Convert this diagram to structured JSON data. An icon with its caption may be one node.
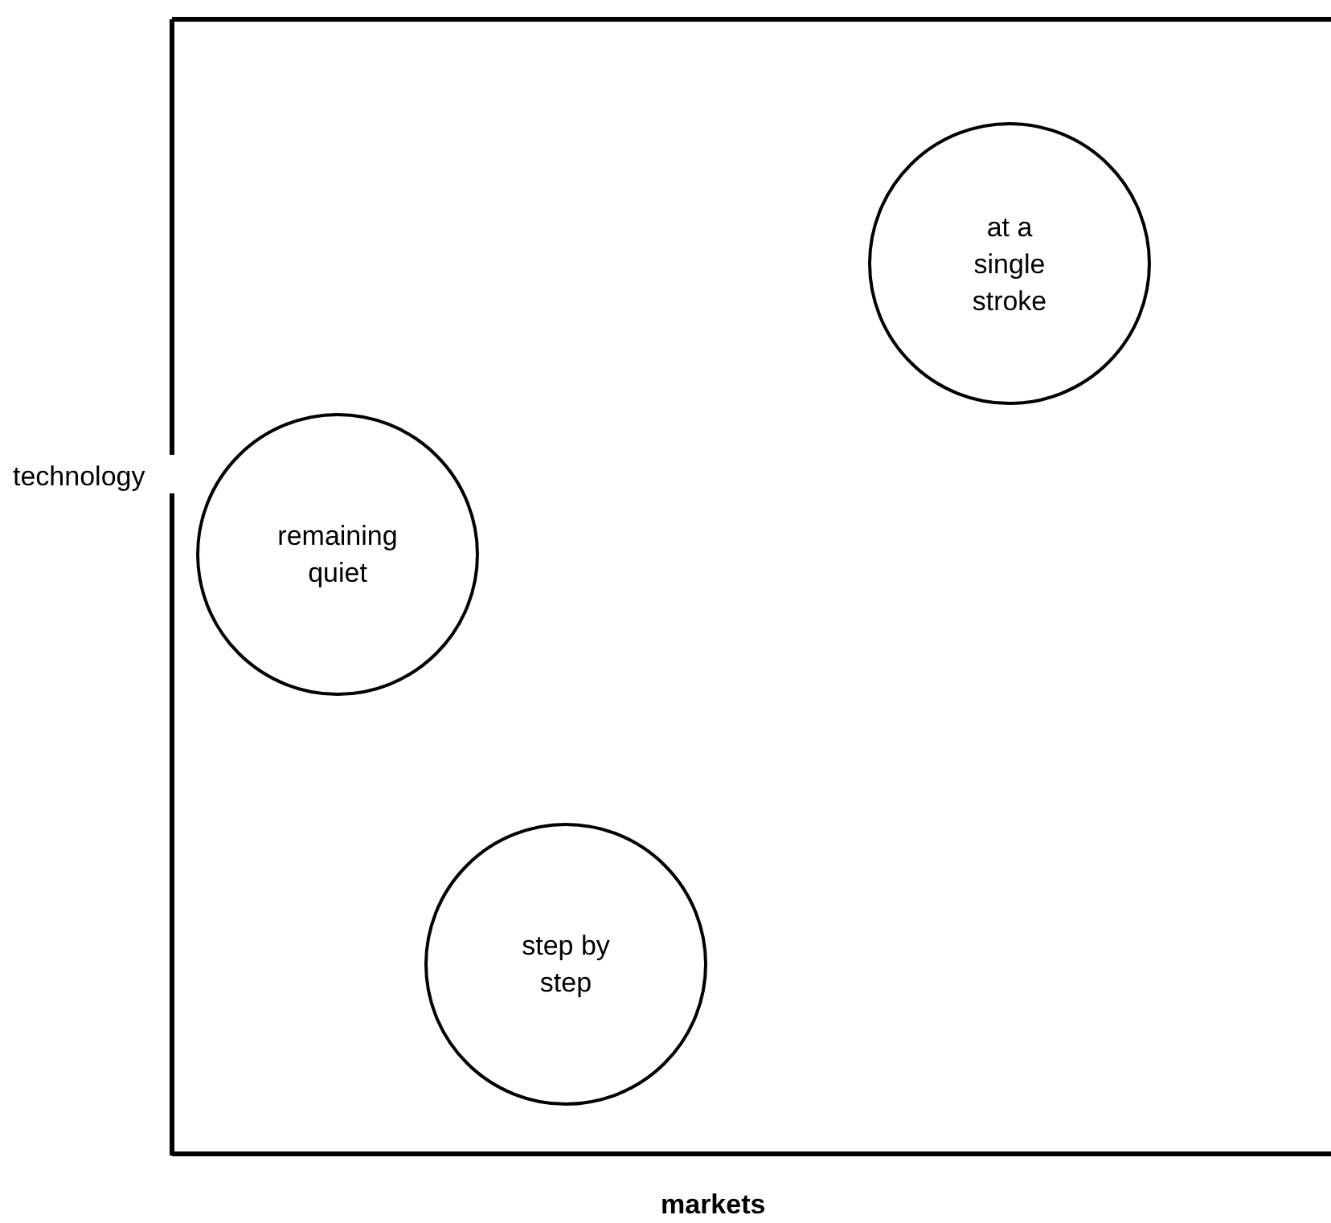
{
  "diagram": {
    "nodes": [
      {
        "text": [
          "at a single stroke"
        ]
      },
      {
        "text": [
          "remaining quiet"
        ]
      },
      {
        "text": [
          "step by step"
        ]
      }
    ],
    "labels": [
      "technology",
      "markets"
    ]
  }
}
